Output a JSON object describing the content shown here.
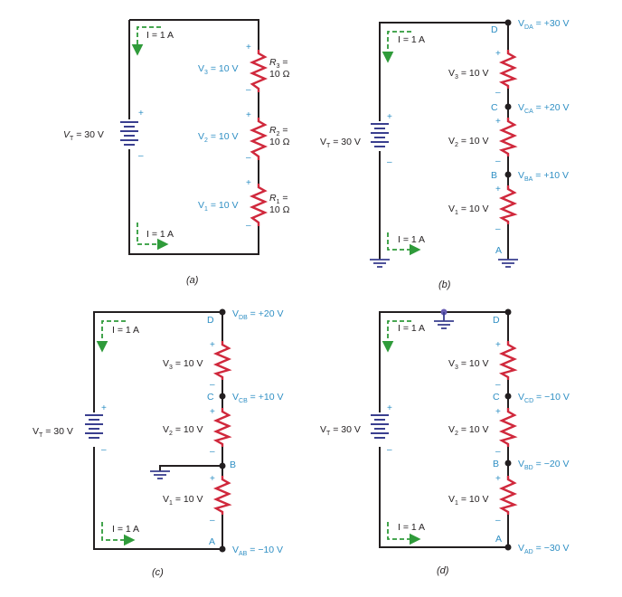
{
  "colors": {
    "wire": "#231f20",
    "resistor": "#d0283c",
    "battery": "#3a3f8f",
    "label_blue": "#2f8fc4",
    "current_arrow": "#2f9b3a"
  },
  "icons": {
    "ground": "ground-icon",
    "battery": "battery-icon",
    "resistor": "resistor-icon",
    "current_arrow": "dashed-arrow-icon"
  },
  "common": {
    "vt_symbol": "V",
    "vt_sub": "T",
    "vt_value": " = 30 V",
    "current": "I = 1 A",
    "plus": "+",
    "minus": "–",
    "v_sym": "V",
    "v_eq": " = 10 V",
    "ohm_value": "10 Ω",
    "ohm_eq": " ="
  },
  "panels": [
    {
      "id": "a",
      "caption": "(a)",
      "resistors": [
        {
          "v_sub": "3",
          "r_sym": "R",
          "r_sub": "3"
        },
        {
          "v_sub": "2",
          "r_sym": "R",
          "r_sub": "2"
        },
        {
          "v_sub": "1",
          "r_sym": "R",
          "r_sub": "1"
        }
      ]
    },
    {
      "id": "b",
      "caption": "(b)",
      "nodes": [
        "D",
        "C",
        "B",
        "A"
      ],
      "resistors": [
        {
          "v_sub": "3"
        },
        {
          "v_sub": "2"
        },
        {
          "v_sub": "1"
        }
      ],
      "node_voltages": [
        {
          "sub": "DA",
          "value": " = +30 V"
        },
        {
          "sub": "CA",
          "value": " = +20 V"
        },
        {
          "sub": "BA",
          "value": " = +10 V"
        }
      ]
    },
    {
      "id": "c",
      "caption": "(c)",
      "nodes": [
        "D",
        "C",
        "B",
        "A"
      ],
      "resistors": [
        {
          "v_sub": "3"
        },
        {
          "v_sub": "2"
        },
        {
          "v_sub": "1"
        }
      ],
      "node_voltages": [
        {
          "sub": "DB",
          "value": " = +20 V"
        },
        {
          "sub": "CB",
          "value": " = +10 V"
        },
        {
          "sub": "AB",
          "value": " = −10 V"
        }
      ]
    },
    {
      "id": "d",
      "caption": "(d)",
      "nodes": [
        "D",
        "C",
        "B",
        "A"
      ],
      "resistors": [
        {
          "v_sub": "3"
        },
        {
          "v_sub": "2"
        },
        {
          "v_sub": "1"
        }
      ],
      "node_voltages": [
        {
          "sub": "CD",
          "value": " = −10 V"
        },
        {
          "sub": "BD",
          "value": " = −20 V"
        },
        {
          "sub": "AD",
          "value": " = −30 V"
        }
      ]
    }
  ]
}
